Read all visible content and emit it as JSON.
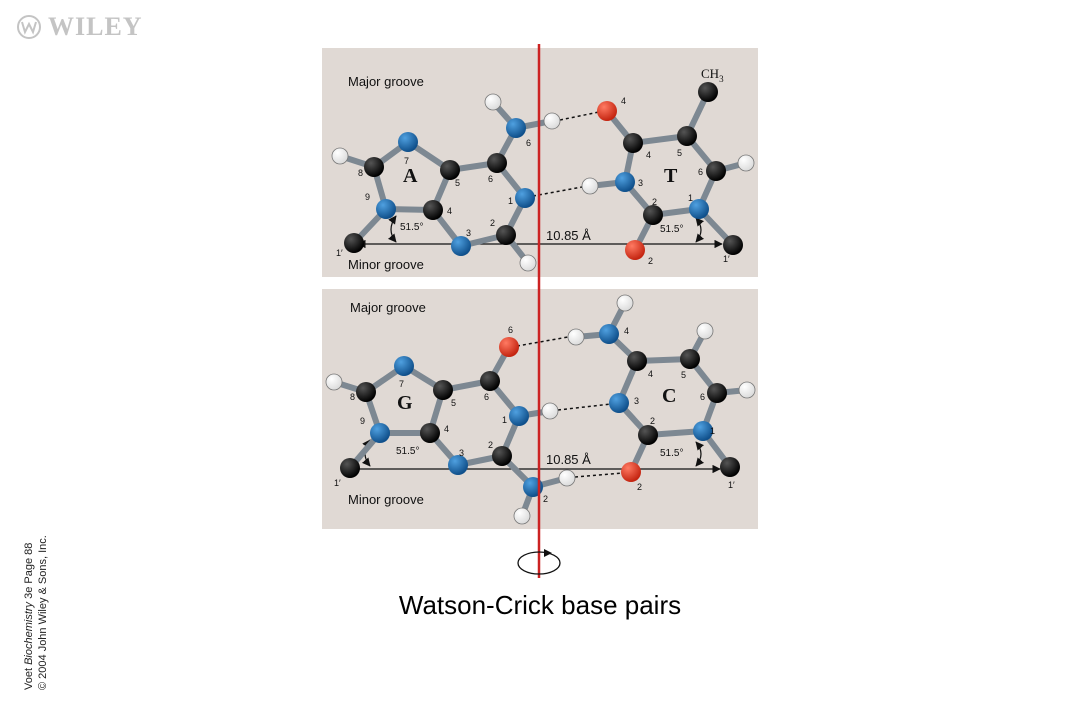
{
  "logo": {
    "text": "WILEY"
  },
  "credit": {
    "line1_prefix": "Voet ",
    "line1_title": "Biochemistry",
    "line1_suffix": " 3e   Page 88",
    "line2": "© 2004 John Wiley & Sons, Inc."
  },
  "caption": "Watson-Crick base pairs",
  "panels": {
    "at": {
      "major_label": "Major groove",
      "minor_label": "Minor groove",
      "left_base": "A",
      "right_base": "T",
      "distance": "10.85 Å",
      "left_angle": "51.5°",
      "right_angle": "51.5°",
      "methyl": "CH",
      "methyl_sub": "3",
      "left_end": "1′",
      "right_end": "1′"
    },
    "gc": {
      "major_label": "Major groove",
      "minor_label": "Minor groove",
      "left_base": "G",
      "right_base": "C",
      "distance": "10.85 Å",
      "left_angle": "51.5°",
      "right_angle": "51.5°",
      "left_end": "1′",
      "right_end": "1′"
    }
  },
  "atom_numbers": {
    "a_n7": "7",
    "a_c8": "8",
    "a_n9": "9",
    "a_c5": "5",
    "a_c4": "4",
    "a_c6": "6",
    "a_n6": "6",
    "a_n1": "1",
    "a_c2": "2",
    "a_n3": "3",
    "t_o4": "4",
    "t_c4": "4",
    "t_c5": "5",
    "t_c6": "6",
    "t_n3": "3",
    "t_n1": "1",
    "t_c2": "2",
    "t_o2": "2",
    "g_n7": "7",
    "g_c8": "8",
    "g_n9": "9",
    "g_c5": "5",
    "g_c4": "4",
    "g_c6": "6",
    "g_o6": "6",
    "g_n1": "1",
    "g_c2": "2",
    "g_n3": "3",
    "g_n2": "2",
    "c_n4": "4",
    "c_c4": "4",
    "c_c5": "5",
    "c_c6": "6",
    "c_n3": "3",
    "c_c2": "2",
    "c_n1": "1",
    "c_o2": "2"
  },
  "colors": {
    "panel": "#e0d9d4",
    "axis": "#cc2222",
    "bond": "#7d8892",
    "carbon": "#111111",
    "nitrogen": "#1a6bb0",
    "oxygen": "#e03a24",
    "hydrogen": "#ffffff"
  }
}
